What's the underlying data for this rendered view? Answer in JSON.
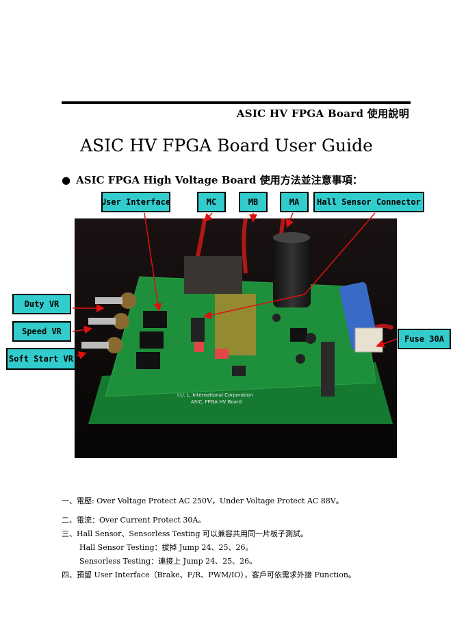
{
  "header": {
    "text": "ASIC HV FPGA Board 使用說明"
  },
  "title": "ASIC HV FPGA Board User Guide",
  "section": {
    "bullet": "●",
    "text": "ASIC FPGA High Voltage Board 使用方法並注意事項："
  },
  "labels": {
    "user_interface": "User Interface",
    "mc": "MC",
    "mb": "MB",
    "ma": "MA",
    "hall_sensor": "Hall Sensor Connector",
    "duty_vr": "Duty VR",
    "speed_vr": "Speed VR",
    "soft_start_vr": "Soft Start VR",
    "fuse": "Fuse 30A"
  },
  "board_silkscreen": {
    "line1": "I.U. L. International Corporation",
    "line2": "ASIC, FPGA HV Board"
  },
  "notes": [
    "一、電壓: Over Voltage Protect AC 250V，Under Voltage Protect AC 88V。",
    "二、電流：Over Current Protect 30A。",
    "三、Hall Sensor、Sensorless Testing 可以兼容共用同一片板子測試。",
    "Hall Sensor Testing：拔掉 Jump 24、25、26。",
    "Sensorless Testing：連接上 Jump 24、25、26。",
    "四、預留 User Interface（Brake、F/R、PWM/IO），客戶可依需求外接 Function。"
  ],
  "colors": {
    "label_bg": "#33cccc",
    "arrow": "#e01010",
    "pcb": "#1e8f3a"
  }
}
